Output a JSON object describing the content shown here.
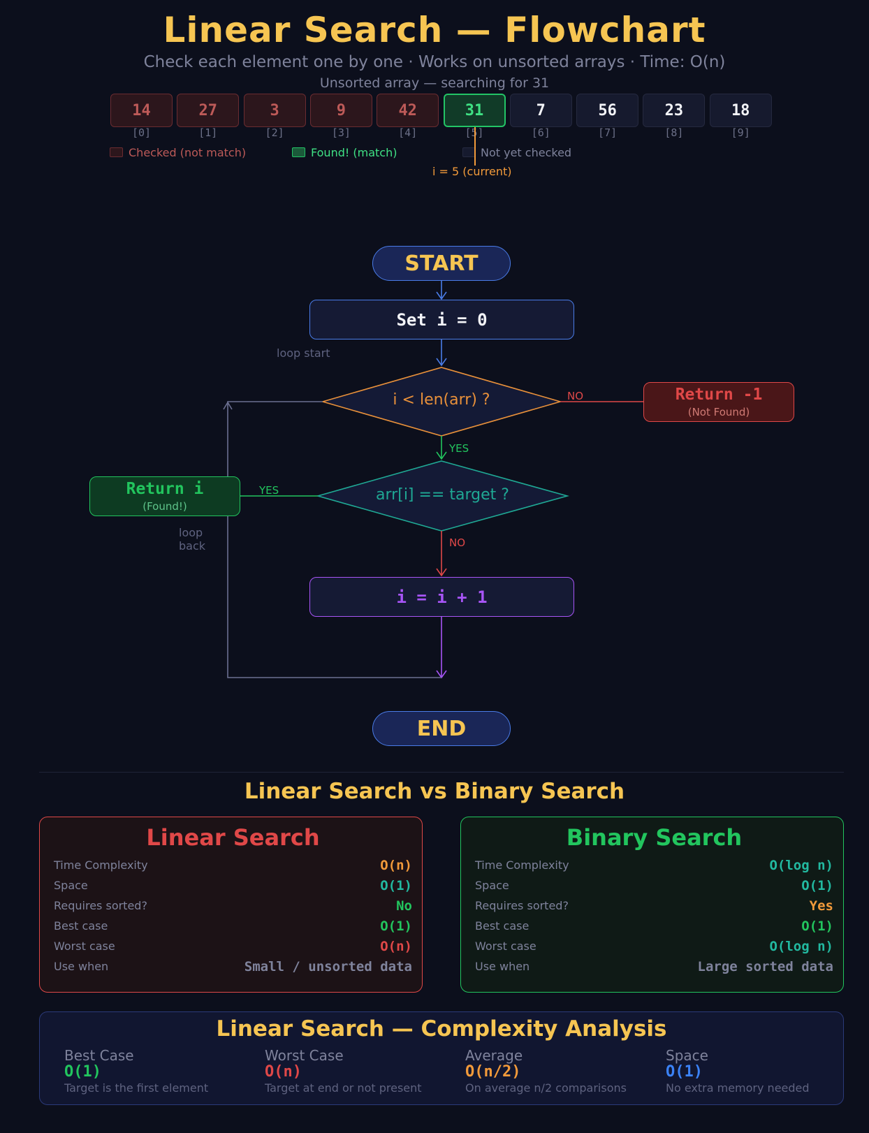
{
  "header": {
    "title": "Linear Search — Flowchart",
    "subtitle": "Check each element one by one  ·  Works on unsorted arrays  ·  Time: O(n)",
    "array_caption": "Unsorted array  —  searching for  31"
  },
  "array": {
    "target": 31,
    "current_index": 5,
    "cells": [
      {
        "value": "14",
        "index": "[0]",
        "state": "checked"
      },
      {
        "value": "27",
        "index": "[1]",
        "state": "checked"
      },
      {
        "value": "3",
        "index": "[2]",
        "state": "checked"
      },
      {
        "value": "9",
        "index": "[3]",
        "state": "checked"
      },
      {
        "value": "42",
        "index": "[4]",
        "state": "checked"
      },
      {
        "value": "31",
        "index": "[5]",
        "state": "found"
      },
      {
        "value": "7",
        "index": "[6]",
        "state": "pending"
      },
      {
        "value": "56",
        "index": "[7]",
        "state": "pending"
      },
      {
        "value": "23",
        "index": "[8]",
        "state": "pending"
      },
      {
        "value": "18",
        "index": "[9]",
        "state": "pending"
      }
    ],
    "pointer_label": "i = 5  (current)"
  },
  "legend": {
    "checked": "Checked (not match)",
    "found": "Found! (match)",
    "pending": "Not yet checked"
  },
  "flowchart": {
    "start": "START",
    "init": "Set  i = 0",
    "loop_start": "loop start",
    "cond_bounds": "i  <  len(arr) ?",
    "cond_match": "arr[i]  ==  target ?",
    "increment": "i = i + 1",
    "end": "END",
    "return_fail": "Return  -1",
    "return_fail_sub": "(Not Found)",
    "return_found": "Return  i",
    "return_found_sub": "(Found!)",
    "label_no_1": "NO",
    "label_yes_1": "YES",
    "label_yes_2": "YES",
    "label_no_2": "NO",
    "loop_back": "loop",
    "loop_back_2": "back"
  },
  "comparison": {
    "title": "Linear Search  vs  Binary Search",
    "linear": {
      "title": "Linear Search",
      "rows": [
        {
          "key": "Time Complexity",
          "value": "O(n)",
          "color": "#f29a3a"
        },
        {
          "key": "Space",
          "value": "O(1)",
          "color": "#22b9a0"
        },
        {
          "key": "Requires sorted?",
          "value": "No",
          "color": "#22c55e"
        },
        {
          "key": "Best case",
          "value": "O(1)",
          "color": "#22c55e"
        },
        {
          "key": "Worst case",
          "value": "O(n)",
          "color": "#e04848"
        },
        {
          "key": "Use when",
          "value": "Small / unsorted data",
          "color": "#7f839c"
        }
      ]
    },
    "binary": {
      "title": "Binary Search",
      "rows": [
        {
          "key": "Time Complexity",
          "value": "O(log n)",
          "color": "#22b9a0"
        },
        {
          "key": "Space",
          "value": "O(1)",
          "color": "#22b9a0"
        },
        {
          "key": "Requires sorted?",
          "value": "Yes",
          "color": "#f29a3a"
        },
        {
          "key": "Best case",
          "value": "O(1)",
          "color": "#22c55e"
        },
        {
          "key": "Worst case",
          "value": "O(log n)",
          "color": "#22b9a0"
        },
        {
          "key": "Use when",
          "value": "Large sorted data",
          "color": "#7f839c"
        }
      ]
    }
  },
  "analysis": {
    "title": "Linear Search — Complexity Analysis",
    "metrics": [
      {
        "label": "Best Case",
        "value": "O(1)",
        "desc": "Target is the first element",
        "color": "#22c55e"
      },
      {
        "label": "Worst Case",
        "value": "O(n)",
        "desc": "Target at end or not present",
        "color": "#e04848"
      },
      {
        "label": "Average",
        "value": "O(n/2)",
        "desc": "On average n/2 comparisons",
        "color": "#f29a3a"
      },
      {
        "label": "Space",
        "value": "O(1)",
        "desc": "No extra memory needed",
        "color": "#3b82f6"
      }
    ]
  },
  "colors": {
    "accent": "#f6c552",
    "blue": "#4a7ce8",
    "orange": "#e8903a",
    "teal": "#1fa894",
    "red": "#e04848",
    "green": "#22c55e",
    "purple": "#a855f7",
    "muted": "#7f839c"
  }
}
